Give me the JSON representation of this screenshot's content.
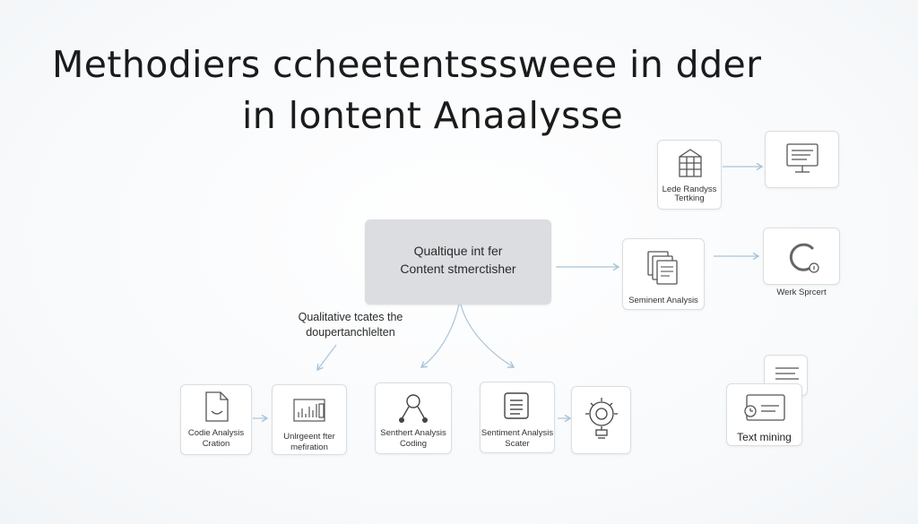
{
  "title": {
    "line1": "Methodiers ccheetentsssweee in dder",
    "line2": "in lontent Anaalysse"
  },
  "center": {
    "line1": "Qualtique int fer",
    "line2": "Content stmerctisher"
  },
  "annotation": {
    "line1": "Qualitative tcates the",
    "line2": "doupertanchlelten"
  },
  "top_right": {
    "label_line1": "Lede Randyss",
    "label_line2": "Tertking"
  },
  "mid_right": {
    "card_label": "Seminent Analysis",
    "side_label": "Werk Sprcert"
  },
  "bottom": {
    "card1_line1": "Codie Analysis",
    "card1_line2": "Cration",
    "card2_line1": "Unlrgeent fter",
    "card2_line2": "mefiration",
    "card3_line1": "Senthert Analysis",
    "card3_line2": "Coding",
    "card4_line1": "Sentiment Analysis",
    "card4_line2": "Scater"
  },
  "text_mining": {
    "label": "Text mining"
  },
  "colors": {
    "arrow": "#a9c4d8",
    "icon": "#555555",
    "center_box": "#dcdde0"
  },
  "icons": {
    "grid": "building-grid-icon",
    "monitor": "monitor-icon",
    "documents": "documents-icon",
    "cycle": "refresh-cycle-icon",
    "file": "file-icon",
    "chart": "bar-chart-icon",
    "magnifier": "magnifier-tools-icon",
    "list": "document-list-icon",
    "bulb": "gear-bulb-icon",
    "text_doc": "text-lines-icon",
    "media": "media-card-icon"
  }
}
